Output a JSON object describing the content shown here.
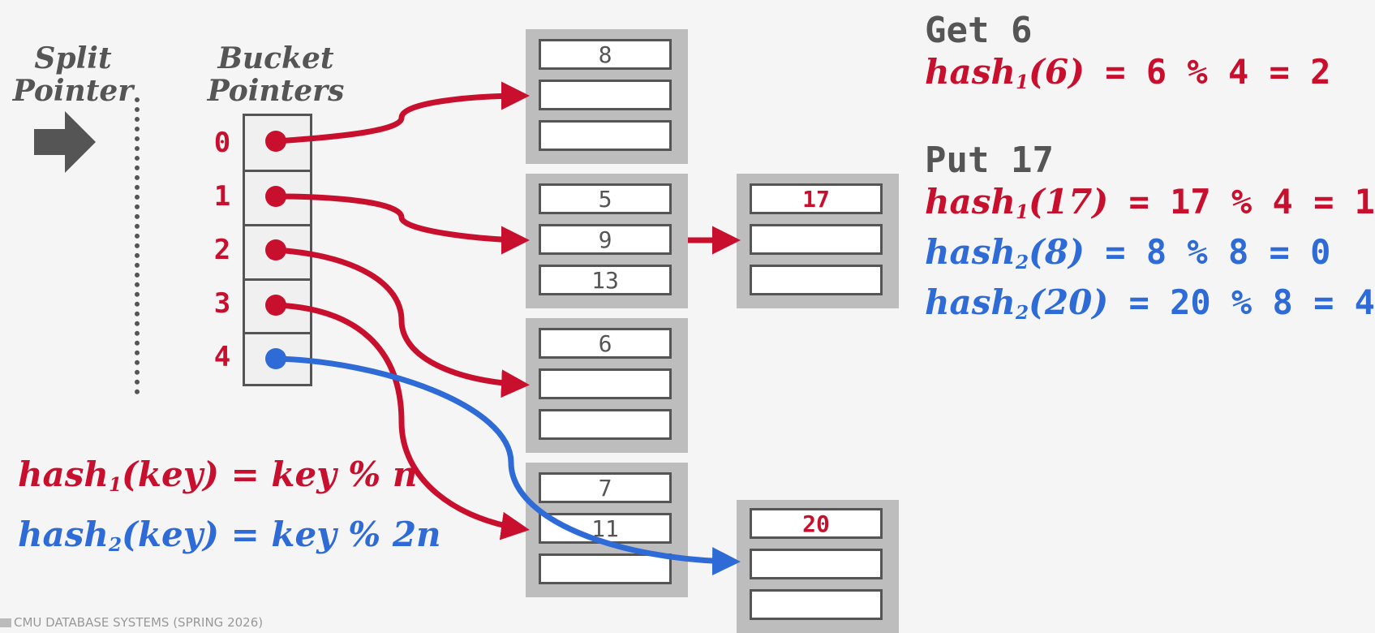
{
  "labels": {
    "split_pointer": [
      "Split",
      "Pointer"
    ],
    "bucket_pointers": [
      "Bucket",
      "Pointers"
    ]
  },
  "indices": [
    "0",
    "1",
    "2",
    "3",
    "4"
  ],
  "buckets": [
    {
      "slots": [
        "8",
        "",
        ""
      ]
    },
    {
      "slots": [
        "5",
        "9",
        "13"
      ]
    },
    {
      "slots": [
        "6",
        "",
        ""
      ]
    },
    {
      "slots": [
        "7",
        "11",
        ""
      ]
    }
  ],
  "overflow_buckets": [
    {
      "slots": [
        "17",
        "",
        ""
      ]
    },
    {
      "slots": [
        "20",
        "",
        ""
      ]
    }
  ],
  "formulas": {
    "hash1": {
      "fn": "hash",
      "sub": "1",
      "arg": "(key)",
      "rhs": " = key % n"
    },
    "hash2": {
      "fn": "hash",
      "sub": "2",
      "arg": "(key)",
      "rhs": " = key % 2n"
    }
  },
  "ops": [
    {
      "title": "Get 6",
      "lines": [
        {
          "color": "red",
          "fn": "hash",
          "sub": "1",
          "arg": "(6)",
          "rhs": " =  6 % 4 = 2"
        }
      ]
    },
    {
      "title": "Put 17",
      "lines": [
        {
          "color": "red",
          "fn": "hash",
          "sub": "1",
          "arg": "(17)",
          "rhs": " =  17 % 4 = 1"
        },
        {
          "color": "blue",
          "fn": "hash",
          "sub": "2",
          "arg": "(8)",
          "rhs": "  =  8 % 8 = 0"
        },
        {
          "color": "blue",
          "fn": "hash",
          "sub": "2",
          "arg": "(20)",
          "rhs": " =  20 % 8 = 4"
        }
      ]
    }
  ],
  "footer": "CMU DATABASE SYSTEMS (SPRING 2026)",
  "colors": {
    "red": "#c8102e",
    "blue": "#2f6bd6",
    "gray": "#555555",
    "bucket_bg": "#bdbdbd"
  }
}
